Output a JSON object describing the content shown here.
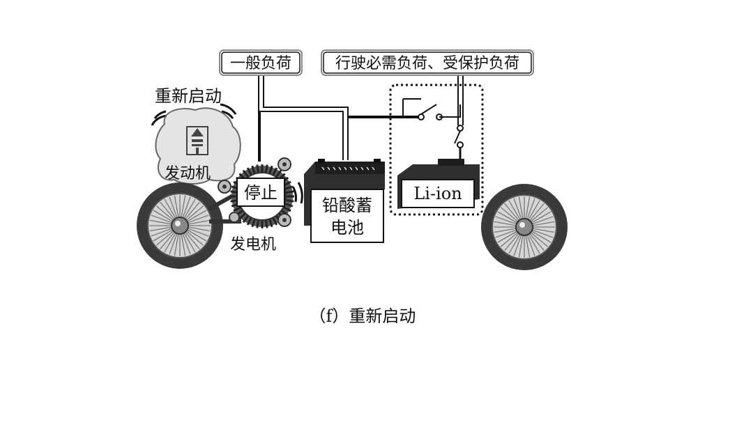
{
  "labels": {
    "general_load": "一般负荷",
    "protected_load": "行驶必需负荷、受保护负荷",
    "restart_top": "重新启动",
    "engine": "发动机",
    "stop": "停止",
    "lead_battery_line1": "铅酸蓄",
    "lead_battery_line2": "电池",
    "liion": "Li-ion",
    "alternator": "发电机",
    "caption": "（f）重新启动"
  },
  "colors": {
    "ink": "#111111",
    "wheel_dark": "#3a3a3a",
    "wheel_light": "#bdbdbd",
    "engine_fill": "#e4e4e4",
    "battery_fill": "#2f2f2f",
    "frame": "#9a9a9a"
  },
  "icons": [
    "wheel-icon",
    "engine-icon",
    "alternator-icon",
    "switch-icon",
    "battery-icon"
  ]
}
